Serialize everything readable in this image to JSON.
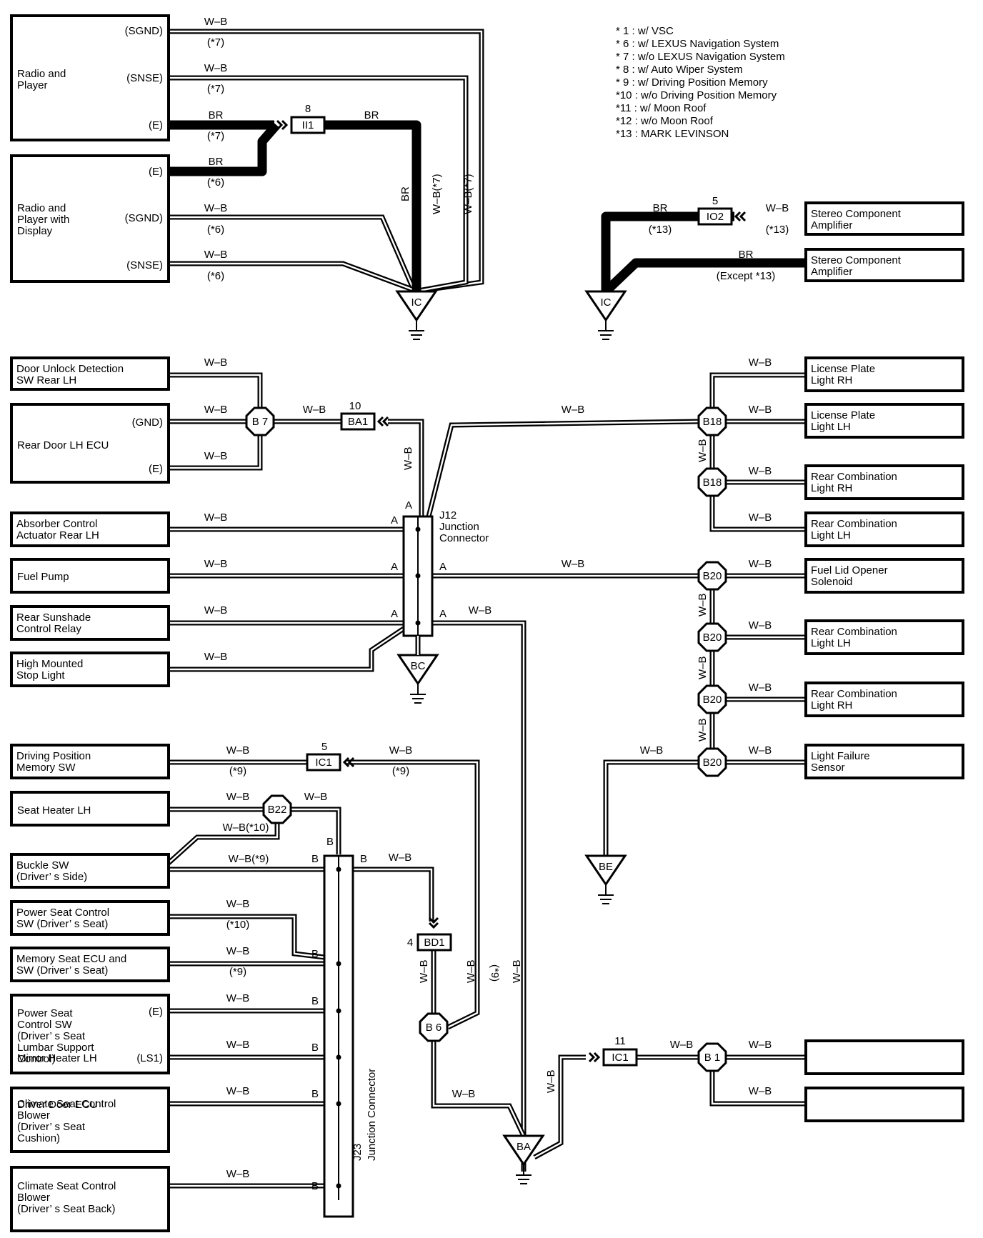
{
  "notes": [
    "* 1 : w/ VSC",
    "* 6 : w/ LEXUS Navigation System",
    "* 7 : w/o LEXUS Navigation System",
    "* 8 : w/ Auto Wiper System",
    "* 9 : w/ Driving Position Memory",
    "*10 : w/o Driving Position Memory",
    "*11 : w/ Moon Roof",
    "*12 : w/o Moon Roof",
    "*13 : MARK LEVINSON"
  ],
  "wire_colors": {
    "wb": "W–B",
    "br": "BR",
    "wb7": "W–B(*7)",
    "wb9": "W–B(*9)",
    "wb10": "W–B(*10)"
  },
  "conditions": {
    "c6": "(*6)",
    "c7": "(*7)",
    "c9": "(*9)",
    "c10": "(*10)",
    "c13": "(*13)",
    "ex13": "(Except *13)"
  },
  "pins": {
    "sgnd": "(SGND)",
    "snse": "(SNSE)",
    "e": "(E)",
    "gnd": "(GND)",
    "ls1": "(LS1)",
    "a": "A",
    "b": "B"
  },
  "components": {
    "radio_player": [
      "Radio and",
      "Player"
    ],
    "radio_display": [
      "Radio and",
      "Player with",
      "Display"
    ],
    "stereo_amp": [
      "Stereo Component",
      "Amplifier"
    ],
    "door_unlock": [
      "Door Unlock Detection",
      "SW Rear LH"
    ],
    "rear_door_ecu": [
      "Rear Door LH ECU"
    ],
    "absorber": [
      "Absorber Control",
      "Actuator Rear LH"
    ],
    "fuel_pump": [
      "Fuel Pump"
    ],
    "rear_sunshade": [
      "Rear Sunshade",
      "Control Relay"
    ],
    "high_mounted": [
      "High Mounted",
      "Stop Light"
    ],
    "license_rh": [
      "License Plate",
      "Light RH"
    ],
    "license_lh": [
      "License Plate",
      "Light LH"
    ],
    "rear_comb_rh": [
      "Rear Combination",
      "Light RH"
    ],
    "rear_comb_lh": [
      "Rear Combination",
      "Light LH"
    ],
    "fuel_lid": [
      "Fuel Lid Opener",
      "Solenoid"
    ],
    "light_failure": [
      "Light Failure",
      "Sensor"
    ],
    "driving_pos": [
      "Driving Position",
      "Memory SW"
    ],
    "seat_heater": [
      "Seat Heater LH"
    ],
    "buckle_sw": [
      "Buckle SW",
      "(Driver’ s Side)"
    ],
    "power_seat_sw": [
      "Power Seat Control",
      "SW (Driver’ s Seat)"
    ],
    "memory_seat": [
      "Memory Seat ECU and",
      "SW (Driver’ s Seat)"
    ],
    "lumbar": [
      "Power Seat",
      "Control SW",
      "(Driver’ s Seat",
      "Lumbar Support",
      "Control)"
    ],
    "climate_cushion": [
      "Climate Seat Control",
      "Blower",
      "(Driver’ s Seat",
      " Cushion)"
    ],
    "climate_back": [
      "Climate Seat Control",
      "Blower",
      "(Driver’ s Seat Back)"
    ],
    "mirror_heater": [
      "Mirror Heater LH"
    ],
    "driver_door_ecu": [
      "Driver Door ECU"
    ]
  },
  "connectors": {
    "ii1": {
      "id": "II1",
      "pin": "8"
    },
    "io2": {
      "id": "IO2",
      "pin": "5"
    },
    "ba1": {
      "id": "BA1",
      "pin": "10"
    },
    "ic1a": {
      "id": "IC1",
      "pin": "5"
    },
    "bd1": {
      "id": "BD1",
      "pin": "4"
    },
    "ic1b": {
      "id": "IC1",
      "pin": "11"
    }
  },
  "splices": {
    "b7": "B 7",
    "b18": "B18",
    "b20": "B20",
    "b22": "B22",
    "b6": "B 6",
    "b1": "B 1"
  },
  "grounds": {
    "ic": "IC",
    "bc": "BC",
    "be": "BE",
    "ba": "BA"
  },
  "junctions": {
    "j12": [
      "J12",
      "Junction",
      "Connector"
    ],
    "j23": [
      "J23",
      "Junction Connector"
    ]
  }
}
